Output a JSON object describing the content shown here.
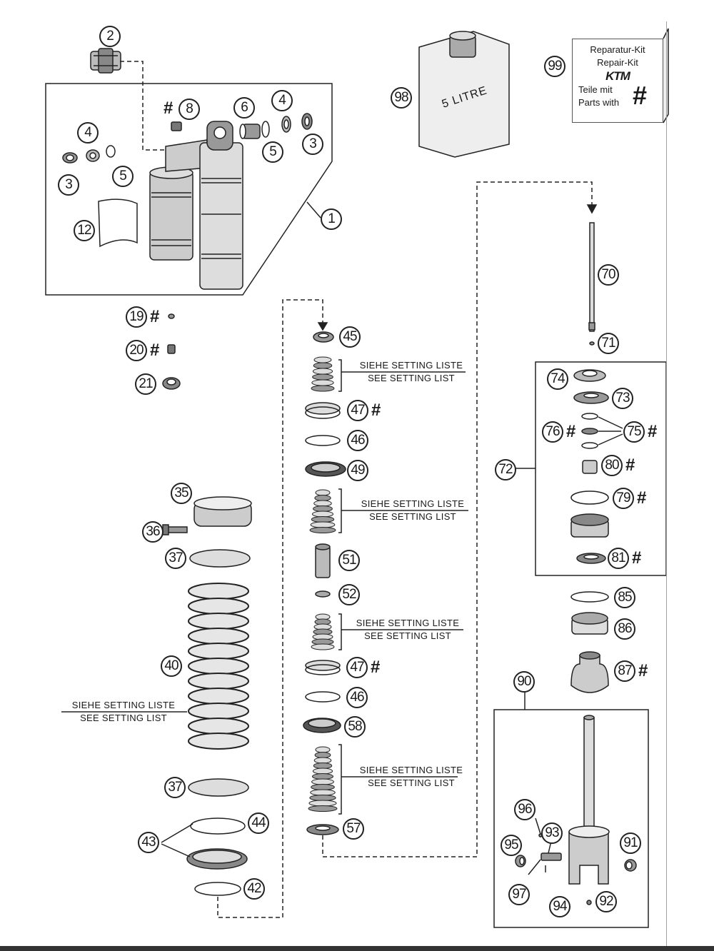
{
  "repair_kit": {
    "line1": "Reparatur-Kit",
    "line2": "Repair-Kit",
    "brand": "KTM",
    "line3": "Teile mit",
    "line4": "Parts with",
    "symbol": "#"
  },
  "oil_can": {
    "label": "5 LITRE"
  },
  "setting_note": {
    "de": "SIEHE SETTING LISTE",
    "en": "SEE SETTING LIST"
  },
  "hash_symbol": "#",
  "callouts": {
    "c1": "1",
    "c2": "2",
    "c3a": "3",
    "c3b": "3",
    "c4a": "4",
    "c4b": "4",
    "c5a": "5",
    "c5b": "5",
    "c6": "6",
    "c8": "8",
    "c12": "12",
    "c19": "19",
    "c20": "20",
    "c21": "21",
    "c35": "35",
    "c36": "36",
    "c37a": "37",
    "c37b": "37",
    "c40": "40",
    "c42": "42",
    "c43": "43",
    "c44": "44",
    "c45": "45",
    "c46a": "46",
    "c46b": "46",
    "c47a": "47",
    "c47b": "47",
    "c49": "49",
    "c51": "51",
    "c52": "52",
    "c57": "57",
    "c58": "58",
    "c70": "70",
    "c71": "71",
    "c72": "72",
    "c73": "73",
    "c74": "74",
    "c75": "75",
    "c76": "76",
    "c79": "79",
    "c80": "80",
    "c81": "81",
    "c85": "85",
    "c86": "86",
    "c87": "87",
    "c90": "90",
    "c91": "91",
    "c92": "92",
    "c93": "93",
    "c94": "94",
    "c95": "95",
    "c96": "96",
    "c97": "97",
    "c98": "98",
    "c99": "99"
  }
}
